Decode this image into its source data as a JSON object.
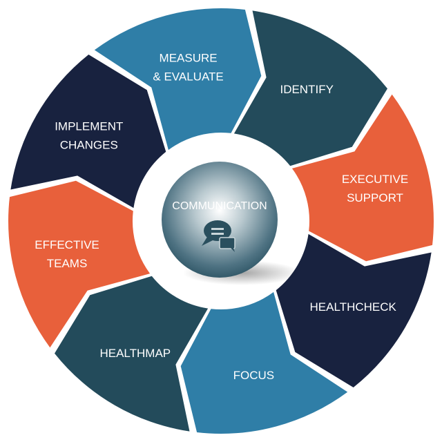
{
  "center": {
    "label": "COMMUNICATION",
    "icon": "speech-bubbles-icon"
  },
  "segments": [
    {
      "lines": [
        "MEASURE",
        "& EVALUATE"
      ],
      "color": "#2f7ea7"
    },
    {
      "lines": [
        "IDENTIFY"
      ],
      "color": "#234b5b"
    },
    {
      "lines": [
        "EXECUTIVE",
        "SUPPORT"
      ],
      "color": "#e8603b"
    },
    {
      "lines": [
        "HEALTHCHECK"
      ],
      "color": "#18223f"
    },
    {
      "lines": [
        "FOCUS"
      ],
      "color": "#2f7ea7"
    },
    {
      "lines": [
        "HEALTHMAP"
      ],
      "color": "#234b5b"
    },
    {
      "lines": [
        "EFFECTIVE",
        "TEAMS"
      ],
      "color": "#e8603b"
    },
    {
      "lines": [
        "IMPLEMENT",
        "CHANGES"
      ],
      "color": "#18223f"
    }
  ]
}
